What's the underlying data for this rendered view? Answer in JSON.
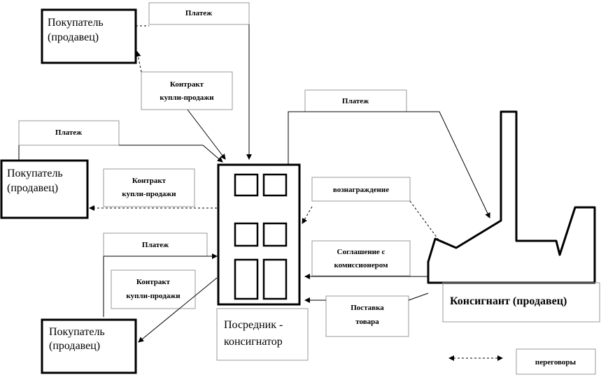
{
  "buyers": [
    {
      "line1": "Покупатель",
      "line2": "(продавец)"
    },
    {
      "line1": "Покупатель",
      "line2": "(продавец)"
    },
    {
      "line1": "Покупатель",
      "line2": "(продавец)"
    }
  ],
  "intermediary": {
    "line1": "Посредник -",
    "line2": "консигнатор"
  },
  "consignor": {
    "label": "Консигнант (продавец)"
  },
  "labels": {
    "payment_top": "Платеж",
    "payment_mid": "Платеж",
    "payment_low": "Платеж",
    "payment_right": "Платеж",
    "contract1_l1": "Контракт",
    "contract1_l2": "купли-продажи",
    "contract2_l1": "Контракт",
    "contract2_l2": "купли-продажи",
    "contract3_l1": "Контракт",
    "contract3_l2": "купли-продажи",
    "reward": "вознаграждение",
    "agreement_l1": "Соглашение с",
    "agreement_l2": "комиссионером",
    "delivery_l1": "Поставка",
    "delivery_l2": "товара",
    "legend": "переговоры"
  }
}
